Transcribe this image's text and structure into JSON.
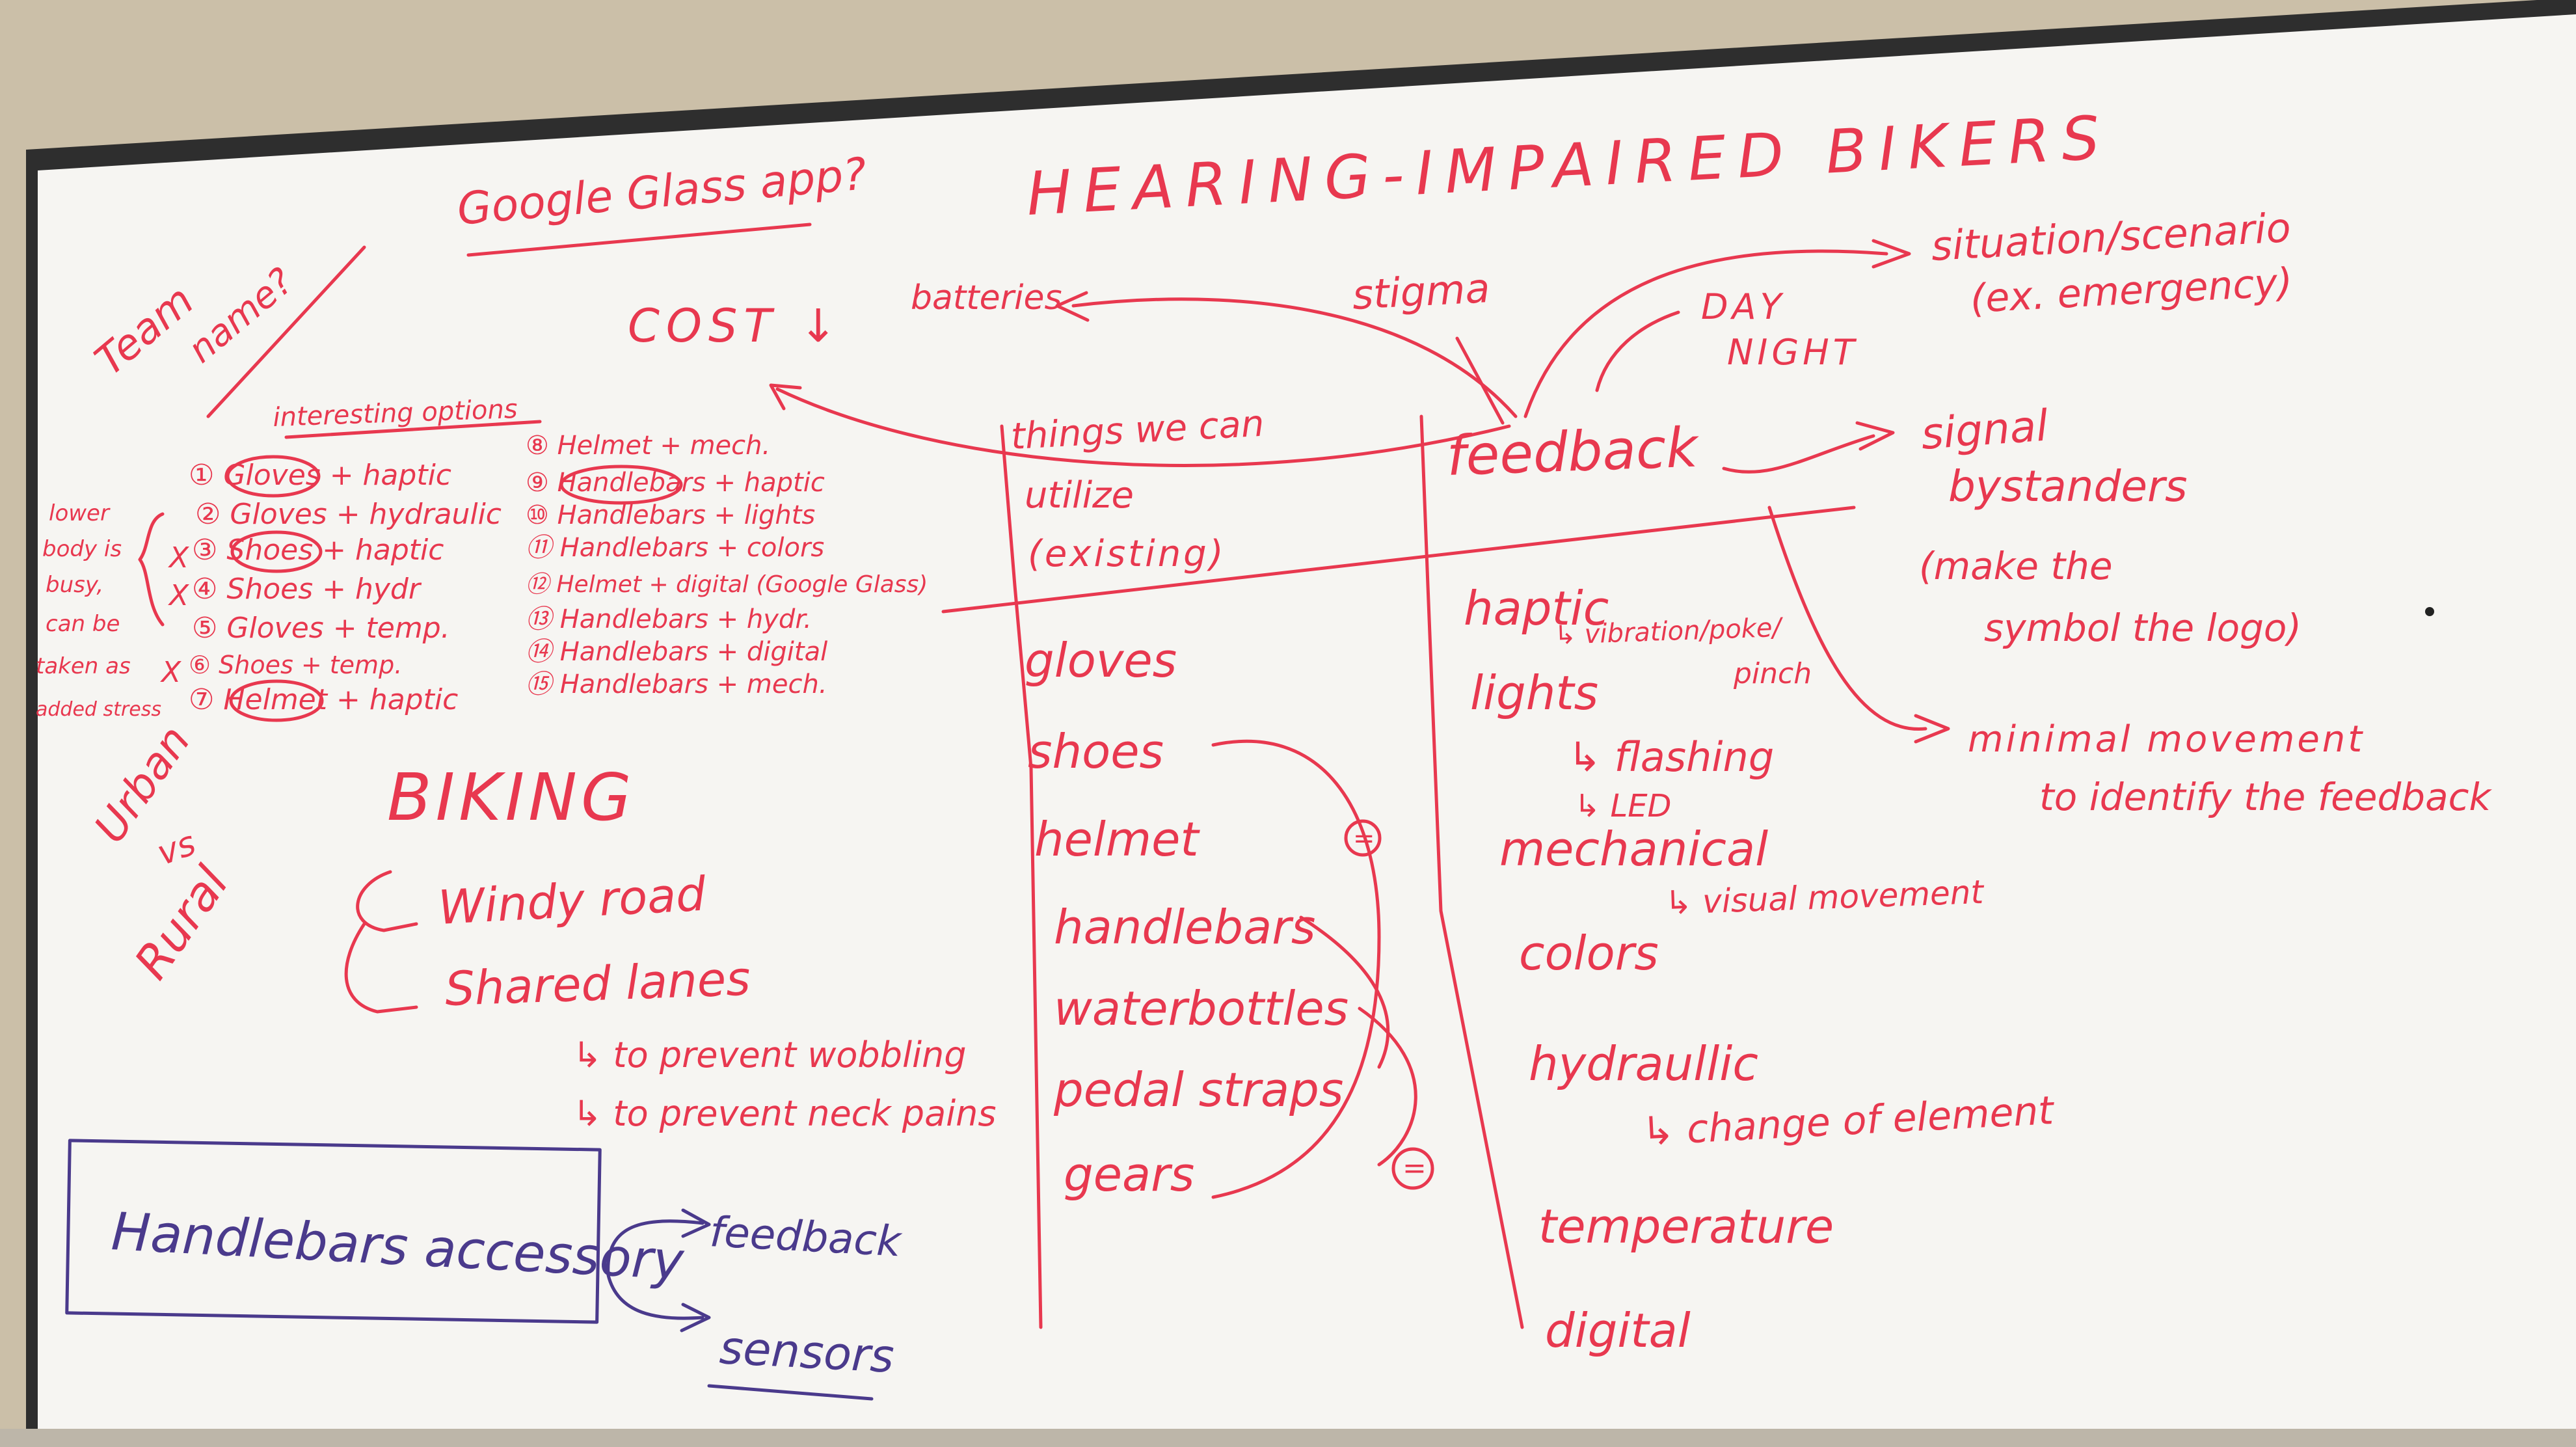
{
  "colors": {
    "ink_red": "#e8384f",
    "ink_purple": "#4a3a8c",
    "board": "#f6f5f2",
    "wall": "#cbbfa8",
    "frame": "#2c2c2c"
  },
  "title": "HEARING-IMPAIRED BIKERS",
  "google_glass": "Google Glass app?",
  "team_name_line1": "Team",
  "team_name_line2": "name?",
  "cost": "COST ↓",
  "batteries": "batteries",
  "stigma": "stigma",
  "day": "DAY",
  "night": "NIGHT",
  "situation_line1": "situation/scenario",
  "situation_line2": "(ex. emergency)",
  "interesting_options": {
    "heading": "interesting options",
    "col1": [
      "① Gloves + haptic",
      "② Gloves + hydraulic",
      "③ Shoes + haptic",
      "④ Shoes + hydr",
      "⑤ Gloves + temp.",
      "⑥ Shoes + temp.",
      "⑦ Helmet + haptic"
    ],
    "col2": [
      "⑧ Helmet + mech.",
      "⑨ Handlebars + haptic",
      "⑩ Handlebars + lights",
      "⑪ Handlebars + colors",
      "⑫ Helmet + digital (Google Glass)",
      "⑬ Handlebars + hydr.",
      "⑭ Handlebars + digital",
      "⑮ Handlebars + mech."
    ],
    "marks": [
      "X",
      "X",
      "X"
    ]
  },
  "lower_body_note": [
    "lower",
    "body is",
    "busy,",
    "can be",
    "taken as",
    "added stress"
  ],
  "things_header": [
    "things we can",
    "utilize",
    "(existing)"
  ],
  "things": [
    "gloves",
    "shoes",
    "helmet",
    "handlebars",
    "waterbottles",
    "pedal straps",
    "gears"
  ],
  "equal_marks": [
    "=",
    "="
  ],
  "feedback_header": "feedback",
  "feedback_types": [
    {
      "label": "haptic",
      "note": "↳ vibration/poke/"
    },
    {
      "label": "lights",
      "note": ""
    },
    {
      "label": "mechanical",
      "note": ""
    },
    {
      "label": "colors",
      "note": ""
    },
    {
      "label": "hydraullic",
      "note": ""
    },
    {
      "label": "temperature",
      "note": ""
    },
    {
      "label": "digital",
      "note": ""
    }
  ],
  "pinch": "pinch",
  "flashing": "↳ flashing",
  "led": "↳ LED",
  "visual_movement": "↳ visual movement",
  "change_of_element": "↳ change of element",
  "signal_bystanders_line1": "signal",
  "signal_bystanders_line2": "bystanders",
  "make_symbol_line1": "(make the",
  "make_symbol_line2": "symbol the logo)",
  "minimal_movement_line1": "minimal movement",
  "minimal_movement_line2": "to identify the feedback",
  "urban": "Urban",
  "vs": "vs",
  "rural": "Rural",
  "biking": "BIKING",
  "windy_road": "Windy road",
  "shared_lanes": "Shared lanes",
  "prevent_wobbling": "↳ to prevent wobbling",
  "prevent_neck": "↳ to prevent neck pains",
  "handlebars_accessory": "Handlebars accessory",
  "acc_feedback": "feedback",
  "acc_sensors": "sensors"
}
